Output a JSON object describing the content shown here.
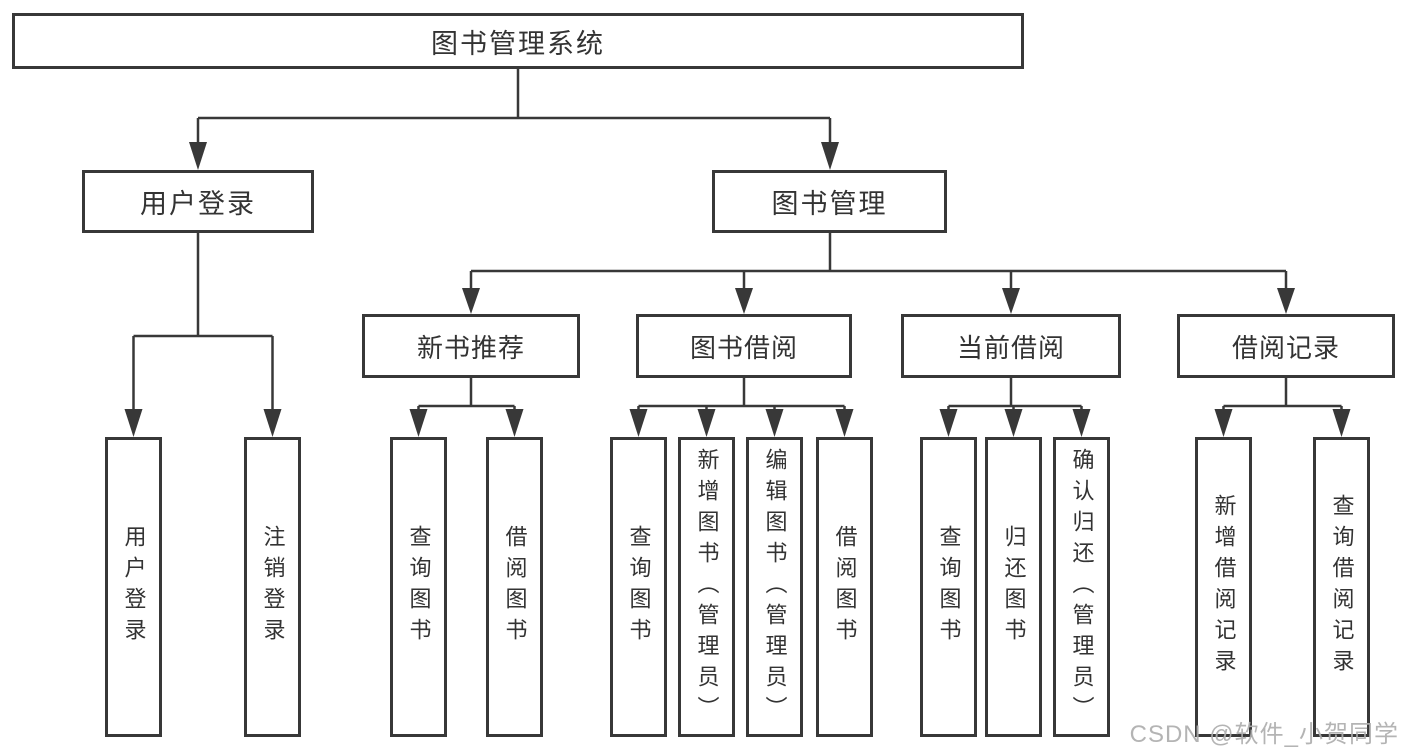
{
  "diagram": {
    "tree": {
      "label": "图书管理系统",
      "children": [
        {
          "label": "用户登录",
          "children": [
            {
              "label": "用户登录"
            },
            {
              "label": "注销登录"
            }
          ]
        },
        {
          "label": "图书管理",
          "children": [
            {
              "label": "新书推荐",
              "children": [
                {
                  "label": "查询图书"
                },
                {
                  "label": "借阅图书"
                }
              ]
            },
            {
              "label": "图书借阅",
              "children": [
                {
                  "label": "查询图书"
                },
                {
                  "label": "新增图书（管理员）"
                },
                {
                  "label": "编辑图书（管理员）"
                },
                {
                  "label": "借阅图书"
                }
              ]
            },
            {
              "label": "当前借阅",
              "children": [
                {
                  "label": "查询图书"
                },
                {
                  "label": "归还图书"
                },
                {
                  "label": "确认归还（管理员）"
                }
              ]
            },
            {
              "label": "借阅记录",
              "children": [
                {
                  "label": "新增借阅记录"
                },
                {
                  "label": "查询借阅记录"
                }
              ]
            }
          ]
        }
      ]
    },
    "colors": {
      "line": "#383838",
      "box_border": "#383838",
      "text": "#333333",
      "background": "#ffffff",
      "watermark": "#aeaeae"
    }
  },
  "watermark": {
    "text": "CSDN @软件_小贺同学"
  }
}
